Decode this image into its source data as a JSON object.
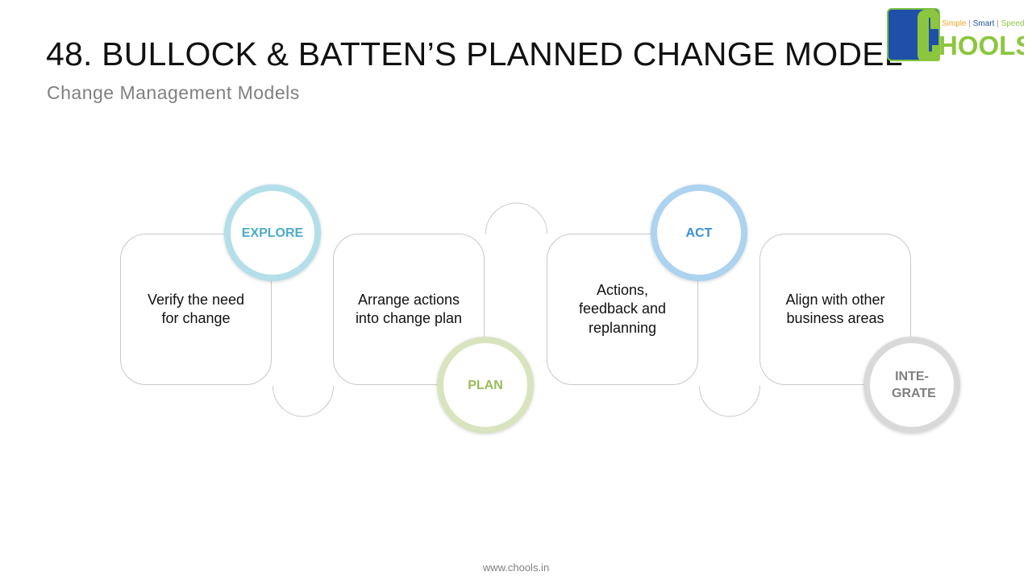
{
  "header": {
    "title": "48. BULLOCK & BATTEN’S PLANNED CHANGE MODEL",
    "subtitle": "Change Management Models"
  },
  "logo": {
    "text": "HOOLS",
    "tagline": [
      "Simple",
      "Smart",
      "Speed"
    ]
  },
  "steps": [
    {
      "label": "EXPLORE",
      "description": "Verify the need for change",
      "ring_color": "#b3dfea",
      "text_color": "#4bacc6"
    },
    {
      "label": "PLAN",
      "description": "Arrange actions into change plan",
      "ring_color": "#d7e4bd",
      "text_color": "#9bbb59"
    },
    {
      "label": "ACT",
      "description": "Actions, feedback and replanning",
      "ring_color": "#acd3f0",
      "text_color": "#3a8fd6"
    },
    {
      "label": "INTE-GRATE",
      "description": "Align with other business areas",
      "ring_color": "#d9d9d9",
      "text_color": "#7f7f7f"
    }
  ],
  "footer": "www.chools.in"
}
